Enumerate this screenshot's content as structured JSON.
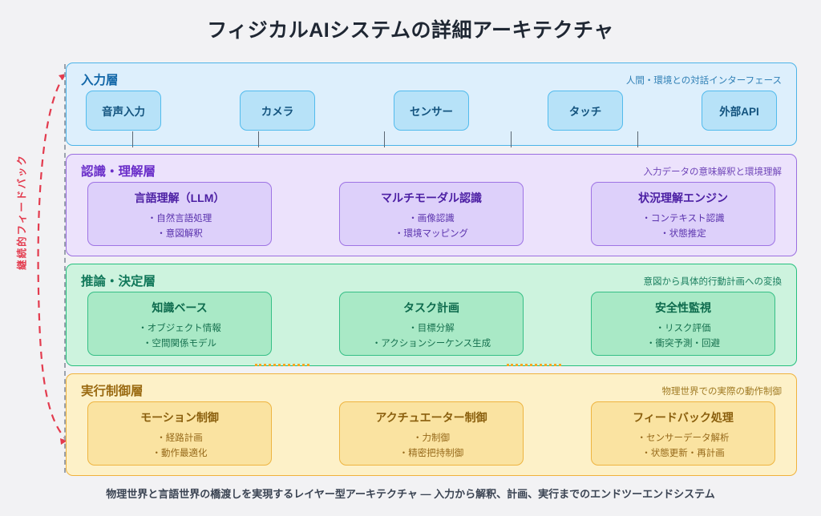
{
  "page": {
    "title": "フィジカルAIシステムの詳細アーキテクチャ",
    "footer": "物理世界と言語世界の橋渡しを実現するレイヤー型アーキテクチャ — 入力から解釈、計画、実行までのエンドツーエンドシステム",
    "background": "#f2f2f4"
  },
  "feedback": {
    "label": "継続的フィードバック",
    "color": "#e33b4e"
  },
  "layers": [
    {
      "id": "input",
      "title": "入力層",
      "subtitle": "人間・環境との対話インターフェース",
      "accent": "#4bb3e8",
      "fill": "#ddeffc",
      "cards": [
        {
          "title": "音声入力",
          "items": []
        },
        {
          "title": "カメラ",
          "items": []
        },
        {
          "title": "センサー",
          "items": []
        },
        {
          "title": "タッチ",
          "items": []
        },
        {
          "title": "外部API",
          "items": []
        }
      ]
    },
    {
      "id": "perception",
      "title": "認識・理解層",
      "subtitle": "入力データの意味解釈と環境理解",
      "accent": "#9b6ee0",
      "fill": "#ece2fc",
      "cards": [
        {
          "title": "言語理解（LLM）",
          "items": [
            "・自然言語処理",
            "・意図解釈"
          ]
        },
        {
          "title": "マルチモーダル認識",
          "items": [
            "・画像認識",
            "・環境マッピング"
          ]
        },
        {
          "title": "状況理解エンジン",
          "items": [
            "・コンテキスト認識",
            "・状態推定"
          ]
        }
      ]
    },
    {
      "id": "reasoning",
      "title": "推論・決定層",
      "subtitle": "意図から具体的行動計画への変換",
      "accent": "#26c07e",
      "fill": "#cdf3de",
      "cards": [
        {
          "title": "知識ベース",
          "items": [
            "・オブジェクト情報",
            "・空間関係モデル"
          ]
        },
        {
          "title": "タスク計画",
          "items": [
            "・目標分解",
            "・アクションシーケンス生成"
          ]
        },
        {
          "title": "安全性監視",
          "items": [
            "・リスク評価",
            "・衝突予測・回避"
          ]
        }
      ]
    },
    {
      "id": "execution",
      "title": "実行制御層",
      "subtitle": "物理世界での実際の動作制御",
      "accent": "#f0b23c",
      "fill": "#fdf1c8",
      "cards": [
        {
          "title": "モーション制御",
          "items": [
            "・経路計画",
            "・動作最適化"
          ]
        },
        {
          "title": "アクチュエーター制御",
          "items": [
            "・力制御",
            "・精密把持制御"
          ]
        },
        {
          "title": "フィードバック処理",
          "items": [
            "・センサーデータ解析",
            "・状態更新・再計画"
          ]
        }
      ]
    }
  ]
}
